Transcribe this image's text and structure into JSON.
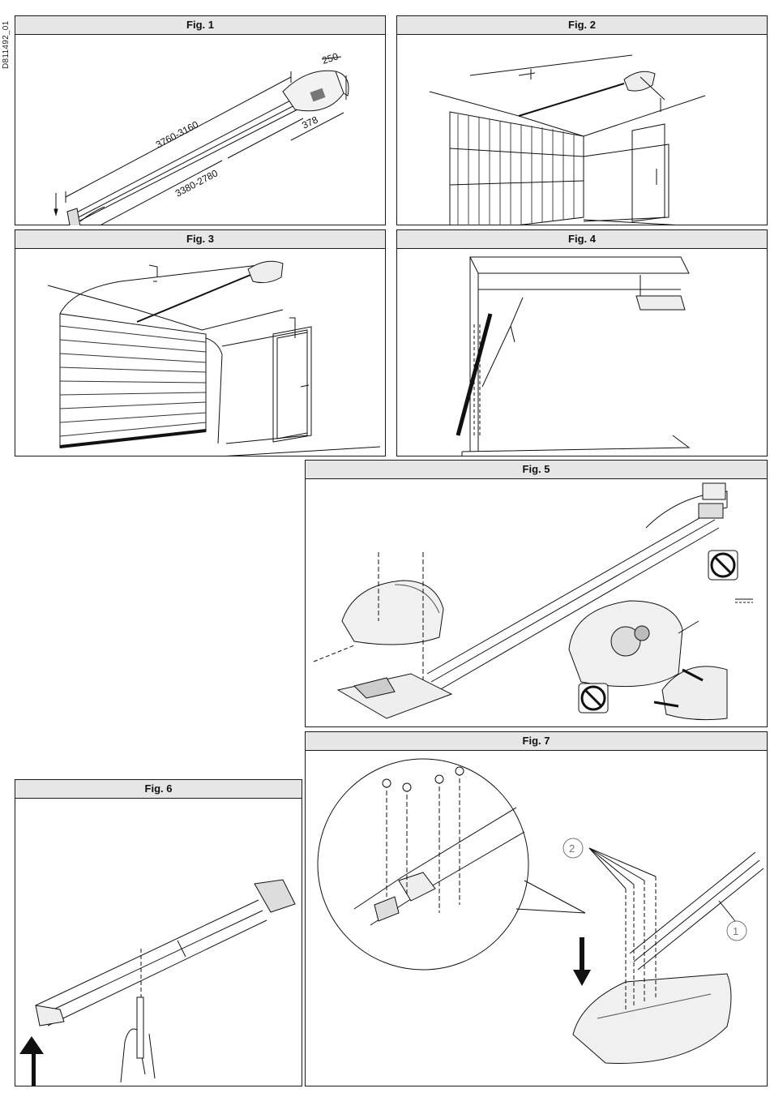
{
  "document": {
    "code": "D811492_01"
  },
  "figures": {
    "fig1": {
      "title": "Fig. 1",
      "dims": {
        "top": "250",
        "side": "378",
        "rail_length": "3760-3160",
        "travel": "3380-2780"
      }
    },
    "fig2": {
      "title": "Fig. 2"
    },
    "fig3": {
      "title": "Fig. 3"
    },
    "fig4": {
      "title": "Fig. 4"
    },
    "fig5": {
      "title": "Fig. 5"
    },
    "fig6": {
      "title": "Fig. 6"
    },
    "fig7": {
      "title": "Fig. 7",
      "callouts": [
        "1",
        "2"
      ]
    }
  },
  "icons": [
    "no-hand-icon",
    "arrow-up-icon",
    "arrow-down-icon",
    "screw-icon",
    "pencil-icon",
    "hand-icon"
  ]
}
